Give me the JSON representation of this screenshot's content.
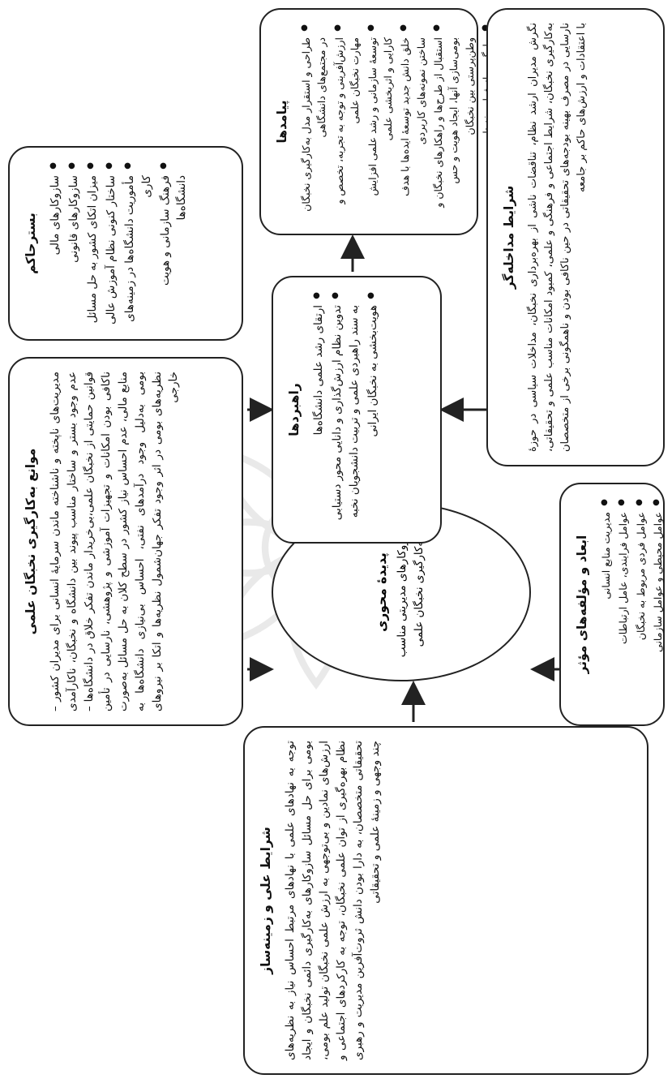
{
  "barriers": {
    "title": "موانع به‌کارگیری نخبگان علمی",
    "text": "مدیریت‌های ناپخته و ناشناخته ماندن سرمایهٔ انسانی برای مدیران کشور – عدم وجود بستر و ساختار مناسب پیوند بین دانشگاه و نخبگان، ناکارآمدی قوانین حمایتی از نخبگان علمی،بی‌خریدار ماندن تفکر خلاق در دانشگاه‌ها – ناکافی بودن امکانات و تجهیزات آموزشی و پژوهشی، نارسایی در تأمین منابع مالی، عدم احساس نیاز کشور در سطح کلان به حل مسائل به‌صورت بومی به‌دلیل وجود درآمدهای نفتی، احساس بی‌نیازی دانشگاه‌ها به نظریه‌های بومی در اثر وجود تفکر جهان‌شمول نظریه‌ها و اتکا بر نیروهای خارجی"
  },
  "context": {
    "title": "بسترحاکم",
    "items": [
      "سازوکارهای مالی",
      "سازوکارهای قانونی",
      "میزان اتکای کشور به حل مسائل",
      "ساختار کنونی نظام آموزش عالی",
      "مأموریت دانشگاه‌ها در زمینه‌های کاری",
      "فرهنگ سازمانی و هویت دانشگاه‌ها"
    ]
  },
  "outcomes": {
    "title": "پیامدها",
    "items": [
      "طراحی و استقرار مدل به‌کارگیری نخبگان در مجتمع‌های دانشگاهی",
      "ارزش‌آفرینی و توجه به تجربه، تخصص و مهارت نخبگان علمی",
      "توسعهٔ سازمانی و رشد علمی افزایش کارایی و اثربخشی علمی",
      "خلق دانش جدید توسعهٔ ایده‌ها با هدف ساختن نمونه‌های کاربردی",
      "استقبال از طرح‌ها و راهکارهای نخبگان و بومی‌سازی آنها، ایجاد هویت و حس وطن‌پرستی بین نخبگان",
      "جلوگیری از فرار مغزها"
    ]
  },
  "causal": {
    "title": "شرایط علی و زمینه‌ساز",
    "text": "توجه به نهادهای علمی با نهادهای مرتبط احساس نیاز به نظریه‌های بومی برای حل مسائل سازوکارهای به‌کارگیری دائمی نخبگان و ایجاد ارزش‌های نمادین و بی‌توجهی به ارزش علمی نخبگان تولید علم بومی، نظام بهره‌گیری از توان علمی نخبگان، توجه به کارکردهای اجتماعی و تحقیقاتی متخصصان، به دارا بودن دانش ثروت‌آفرین مدیریت و رهبری چند وجهی و زمینهٔ علمی و تحقیقاتی"
  },
  "phenomenon": {
    "title": "پدیدهٔ محوری",
    "text": "سازوکارهای مدیریتی مناسب به‌کارگیری نخبگان علمی"
  },
  "strategies": {
    "title": "راهبردها",
    "items": [
      "ارتقای رشد علمی دانشگاه‌ها",
      "تدوین نظام ارزش‌گذاری و دانایی محور دستیابی به سند راهبردی علمی و تربیت دانشجویان نخبه",
      "هویت‌بخشی به نخبگان ایرانی"
    ]
  },
  "dimensions": {
    "title": "ابعاد و مؤلفه‌های مؤثر",
    "items": [
      "مدیریت منابع انسانی",
      "عوامل فرایندی، عامل ارتباطات",
      "عوامل فردی مربوط به نخبگان",
      "عوامل محیطی و عوامل سازمانی"
    ]
  },
  "intervening": {
    "title": "شرایط مداخله‌گر",
    "text": "نگرش مدیران ارشد نظام، تناقضات ناشی از بهره‌برداری نخبگان، مداخلات سیاسی در حوزهٔ به‌کارگیری نخبگان، شرایط اجتماعی و فرهنگی و علمی، کمبود امکانات مناسب علمی و تحقیقاتی، نارسایی در مصرف بهینه بودجه‌های تحقیقاتی در حین ناکافی بودن و ناهمگونی برخی از متخصصان با اعتقادات و ارزش‌های حاکم بر جامعه"
  }
}
